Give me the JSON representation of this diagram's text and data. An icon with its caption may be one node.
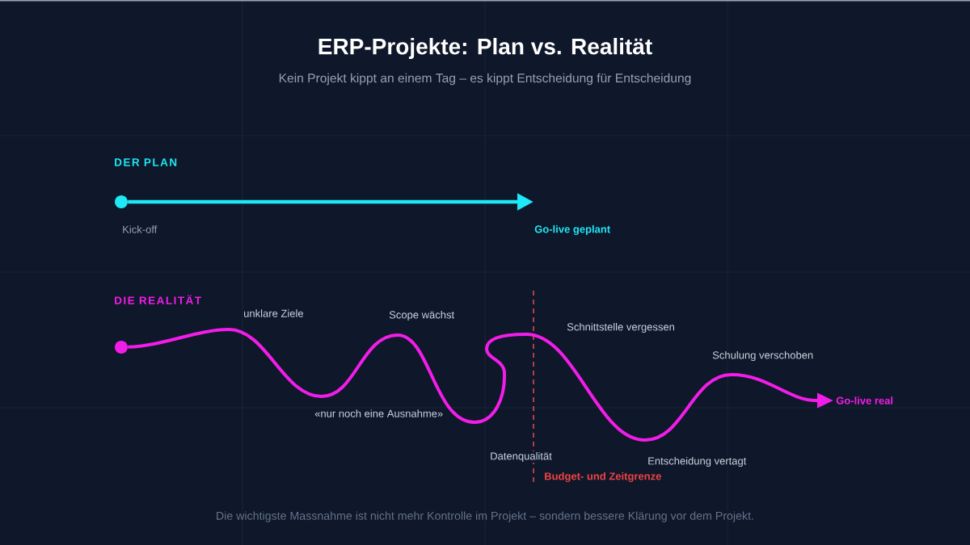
{
  "diagram": {
    "title": "ERP-Projekte: Plan vs. Realität",
    "caption": "Die wichtigste Massnahme ist nicht mehr Kontrolle im Projekt – sondern bessere Klärung vor dem Projekt.",
    "nodes": [
      {
        "text": [],
        "shape": "circle",
        "beside": [
          "Kick-off"
        ]
      },
      {
        "text": [],
        "shape": "circle"
      },
      {
        "text": [
          "Go-live real"
        ]
      }
    ],
    "edges": [
      {
        "from": 0,
        "to": null,
        "arrow": "to",
        "color": "#1ee8f5"
      },
      {
        "from": 1,
        "to": 2,
        "arrow": "to",
        "color": "#f21de8"
      }
    ],
    "labels": [
      "Kein Projekt kippt an einem Tag – es kippt Entscheidung für Entscheidung",
      "DER PLAN",
      "Go-live geplant",
      "DIE REALITÄT",
      "unklare Ziele",
      "Scope wächst",
      "Schnittstelle vergessen",
      "Schulung verschoben",
      "«nur noch eine Ausnahme»",
      "Datenqualität",
      "Entscheidung vertagt",
      "Budget- und Zeitgrenze"
    ]
  }
}
